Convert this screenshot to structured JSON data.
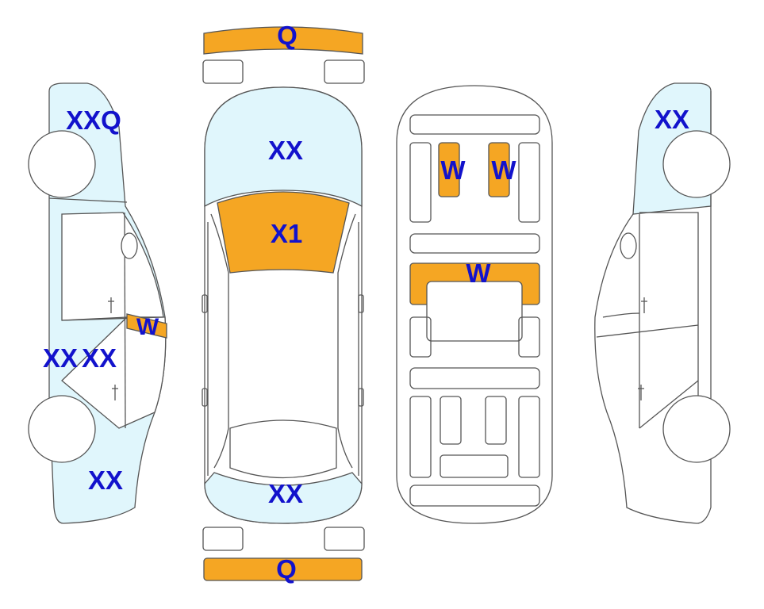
{
  "colors": {
    "outline": "#555555",
    "panel_fill": "#e0f6fc",
    "damage_fill": "#f5a623",
    "label_text": "#1212cc"
  },
  "labels": {
    "front_bumper": "Q",
    "hood": "XX",
    "windshield": "X1",
    "rear_panel": "XX",
    "rear_bumper": "Q",
    "floor_left": "W",
    "floor_right": "W",
    "cross_member": "W",
    "left_front": "XXQ",
    "left_window": "W",
    "left_door_a": "XX",
    "left_door_b": "XX",
    "left_rear": "XX",
    "right_front": "XX"
  },
  "legend": {
    "damage_icon": "orange-fill",
    "panel_icon": "light-blue-fill"
  }
}
